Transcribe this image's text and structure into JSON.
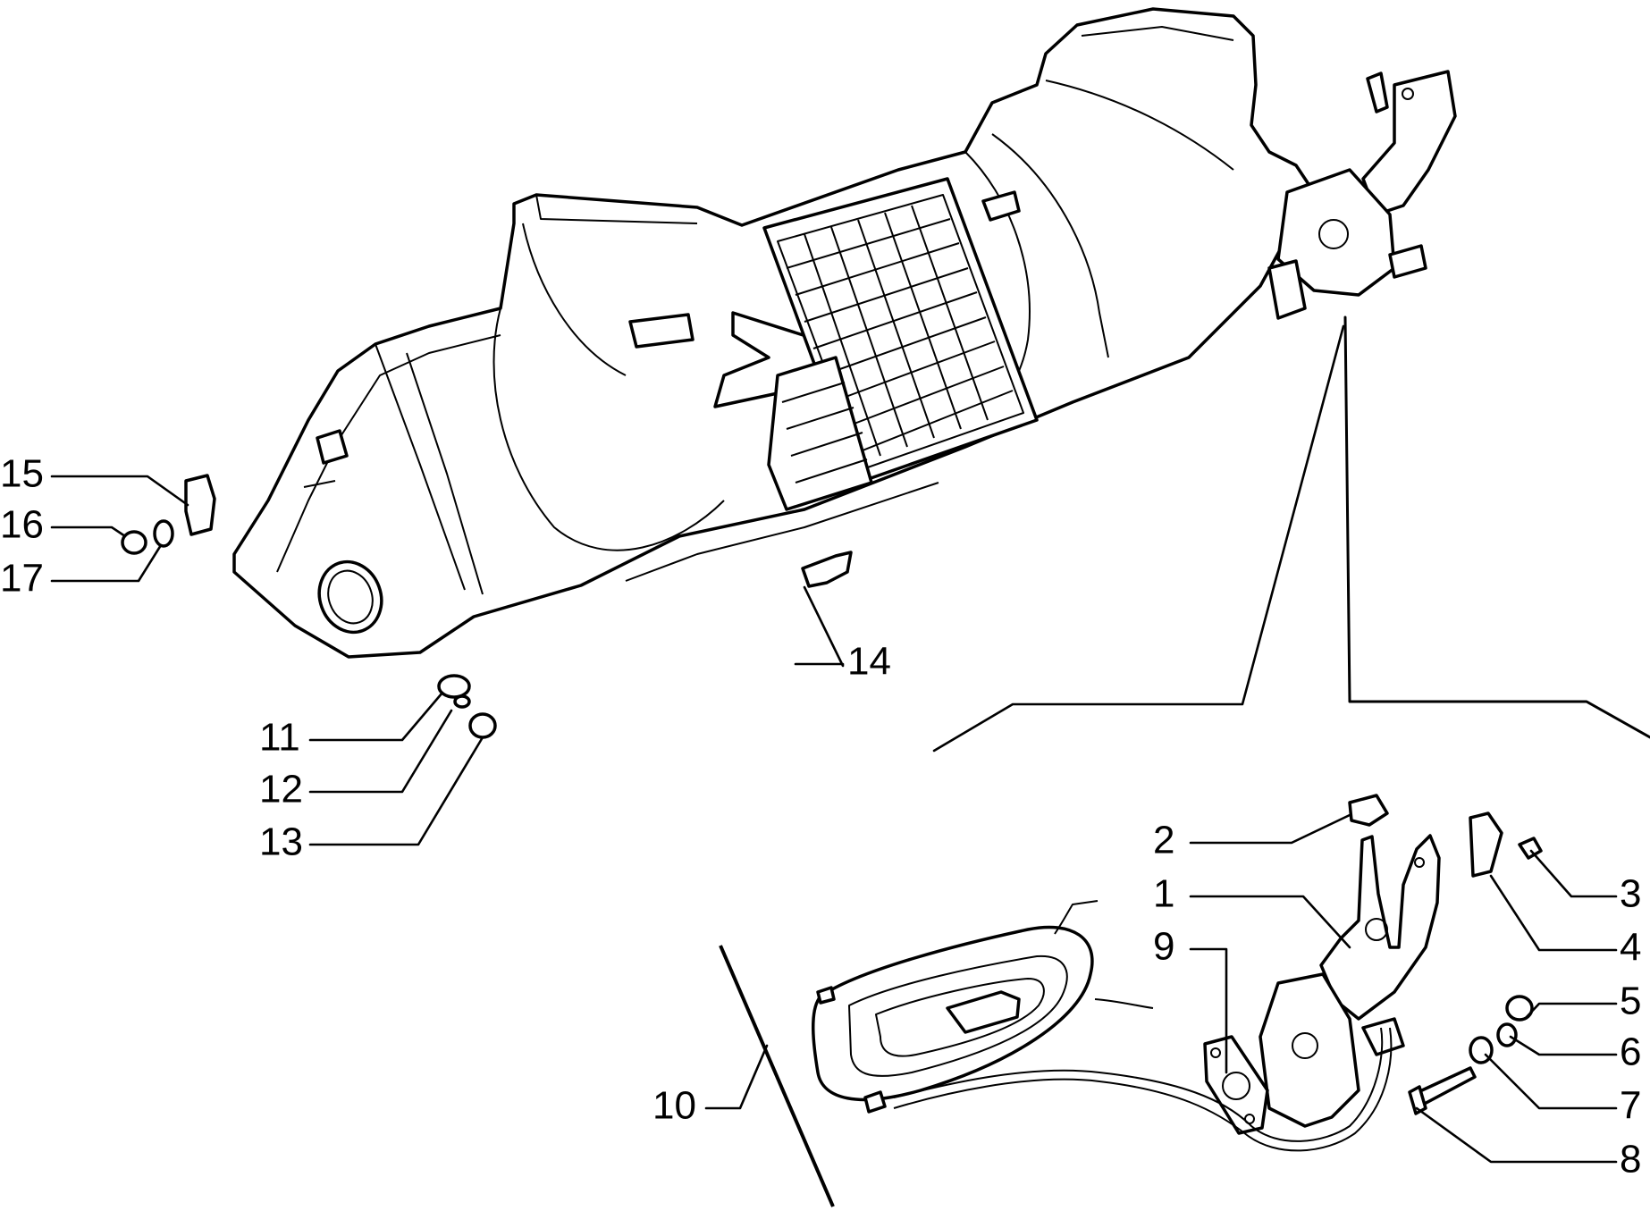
{
  "diagram": {
    "labels": {
      "n1": "1",
      "n2": "2",
      "n3": "3",
      "n4": "4",
      "n5": "5",
      "n6": "6",
      "n7": "7",
      "n8": "8",
      "n9": "9",
      "n10": "10",
      "n11": "11",
      "n12": "12",
      "n13": "13",
      "n14": "14",
      "n15": "15",
      "n16": "16",
      "n17": "17"
    }
  }
}
